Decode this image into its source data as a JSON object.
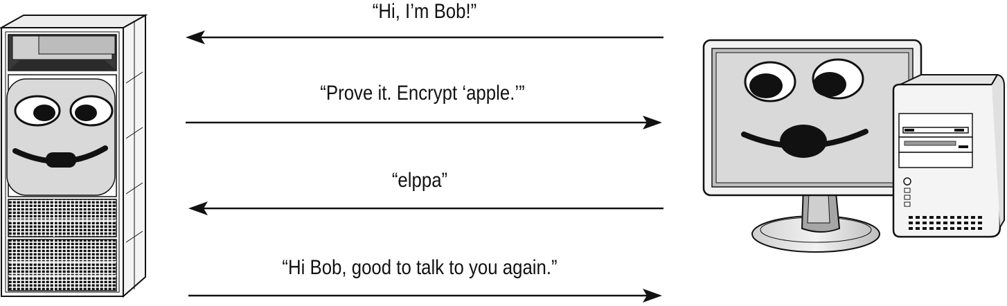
{
  "diagram": {
    "server": {
      "icon": "server-rack-face-icon"
    },
    "client": {
      "icon": "desktop-computer-face-icon"
    },
    "messages": [
      {
        "text": "“Hi, I’m Bob!”",
        "direction": "to-server"
      },
      {
        "text": "“Prove it. Encrypt ‘apple.’”",
        "direction": "to-client"
      },
      {
        "text": "“elppa”",
        "direction": "to-server"
      },
      {
        "text": "“Hi Bob, good to talk to you again.”",
        "direction": "to-client"
      }
    ]
  },
  "colors": {
    "ink": "#111111",
    "face": "#d9d9d9",
    "metal": "#bfbfbf",
    "background": "#ffffff"
  }
}
